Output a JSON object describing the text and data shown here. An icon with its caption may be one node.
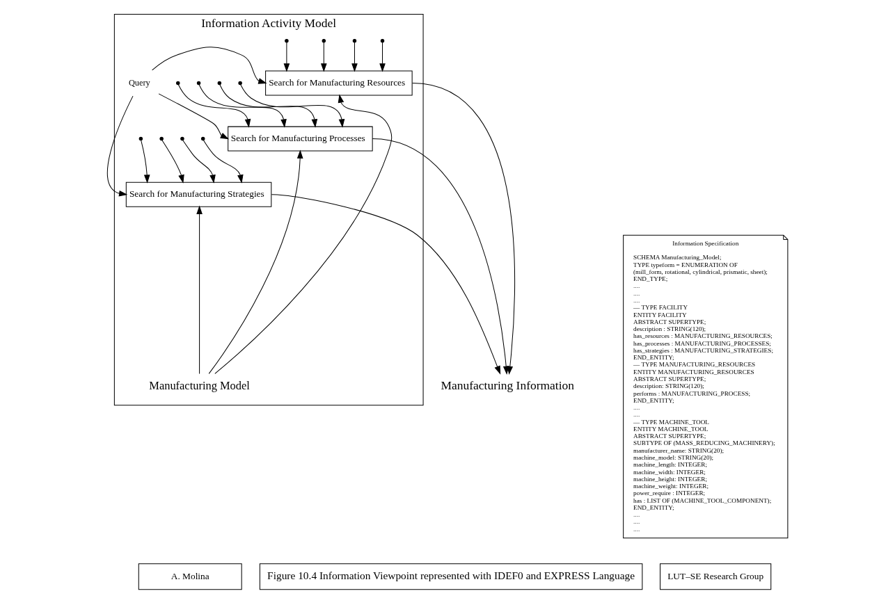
{
  "diagram": {
    "nodes": [
      {
        "text": [
          "Information Activity Model"
        ]
      },
      {
        "text": [
          "Search for Manufacturing Resources"
        ],
        "in": 0
      },
      {
        "text": [
          "Search for Manufacturing Processes"
        ],
        "in": 0
      },
      {
        "text": [
          "Search for Manufacturing Strategies"
        ],
        "in": 0
      },
      {
        "text": [
          "Query"
        ],
        "in": 0
      },
      {
        "text": [
          "Manufacturing Model"
        ],
        "in": 0
      },
      {
        "text": [
          "Manufacturing Information"
        ]
      },
      {
        "text": [
          "Information Specification",
          "SCHEMA Manufacturing_Model;",
          "TYPE typeform = ENUMERATION OF",
          "(mill_form, rotational, cylindrical, prismatic, sheet);",
          "END_TYPE;",
          "....",
          "....",
          "....",
          "— TYPE FACILITY",
          "ENTITY FACILITY",
          "ABSTRACT SUPERTYPE;",
          "description : STRING(120);",
          "has_resources : MANUFACTURING_RESOURCES;",
          "has_processes : MANUFACTURING_PROCESSES;",
          "has_strategies : MANUFACTURING_STRATEGIES;",
          "END_ENTITY;",
          "— TYPE MANUFACTURING_RESOURCES",
          "ENTITY MANUFACTURING_RESOURCES",
          "ABSTRACT SUPERTYPE;",
          "description: STRING(120);",
          "performs : MANUFACTURING_PROCESS;",
          "END_ENTITY;",
          "....",
          "....",
          "— TYPE MACHINE_TOOL",
          "ENTITY MACHINE_TOOL",
          "ABSTRACT SUPERTYPE;",
          "SUBTYPE OF (MASS_REDUCING_MACHINERY);",
          "manufacturer_name: STRING(20);",
          "machine_model: STRING(20);",
          "machine_length: INTEGER;",
          "machine_width: INTEGER;",
          "machine_height: INTEGER;",
          "machine_weight: INTEGER;",
          "power_require : INTEGER;",
          "has : LIST OF (MACHINE_TOOL_COMPONENT);",
          "END_ENTITY;",
          "....",
          "....",
          "...."
        ]
      },
      {
        "text": [
          "A. Molina"
        ]
      },
      {
        "text": [
          "Figure 10.4 Information Viewpoint represented with IDEF0 and EXPRESS Language"
        ]
      },
      {
        "text": [
          "LUT–SE Research Group"
        ]
      }
    ],
    "edges": [
      {
        "from": 4,
        "to": 1,
        "arrow": "to"
      },
      {
        "from": 4,
        "to": 2,
        "arrow": "to"
      },
      {
        "from": 4,
        "to": 3,
        "arrow": "to"
      },
      {
        "from": null,
        "to": 1,
        "arrow": "to"
      },
      {
        "from": null,
        "to": 2,
        "arrow": "to"
      },
      {
        "from": null,
        "to": 3,
        "arrow": "to"
      },
      {
        "from": null,
        "to": 1,
        "arrow": "to"
      },
      {
        "from": null,
        "to": 2,
        "arrow": "to"
      },
      {
        "from": null,
        "to": 3,
        "arrow": "to"
      },
      {
        "from": null,
        "to": 1,
        "arrow": "to"
      },
      {
        "from": null,
        "to": 2,
        "arrow": "to"
      },
      {
        "from": null,
        "to": 3,
        "arrow": "to"
      },
      {
        "from": null,
        "to": 1,
        "arrow": "to"
      },
      {
        "from": null,
        "to": 2,
        "arrow": "to"
      },
      {
        "from": null,
        "to": 3,
        "arrow": "to"
      },
      {
        "from": 5,
        "to": 1,
        "arrow": "to"
      },
      {
        "from": 5,
        "to": 2,
        "arrow": "to"
      },
      {
        "from": 5,
        "to": 3,
        "arrow": "to"
      },
      {
        "from": 1,
        "to": 6,
        "arrow": "to"
      },
      {
        "from": 2,
        "to": 6,
        "arrow": "to"
      },
      {
        "from": 3,
        "to": 6,
        "arrow": "to"
      }
    ]
  }
}
